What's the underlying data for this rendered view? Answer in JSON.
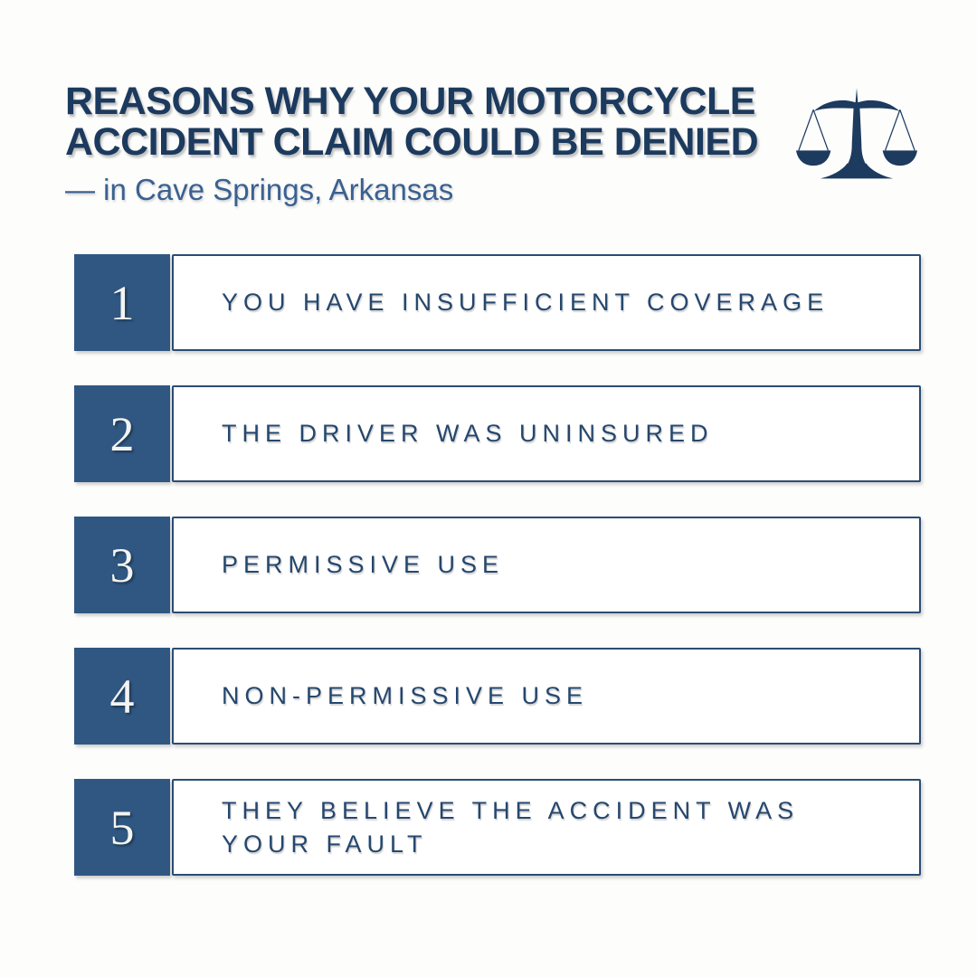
{
  "page": {
    "background_color": "#fdfdfc"
  },
  "header": {
    "title_line1": "REASONS WHY YOUR MOTORCYCLE",
    "title_line2": "ACCIDENT CLAIM COULD BE DENIED",
    "subtitle": "— in Cave Springs, Arkansas",
    "icon": "scales-of-justice",
    "title_color": "#1c3a5e",
    "subtitle_color": "#3a6191",
    "icon_color": "#1d3a5f"
  },
  "list": {
    "number_box_color": "#2f5781",
    "number_text_color": "#f4f4f2",
    "box_border_color": "#2b4d73",
    "label_color": "#25476d",
    "items": [
      {
        "number": "1",
        "label": "YOU HAVE INSUFFICIENT COVERAGE"
      },
      {
        "number": "2",
        "label": "THE DRIVER WAS UNINSURED"
      },
      {
        "number": "3",
        "label": "PERMISSIVE USE"
      },
      {
        "number": "4",
        "label": "NON-PERMISSIVE USE"
      },
      {
        "number": "5",
        "label": "THEY BELIEVE THE ACCIDENT WAS YOUR FAULT"
      }
    ]
  }
}
